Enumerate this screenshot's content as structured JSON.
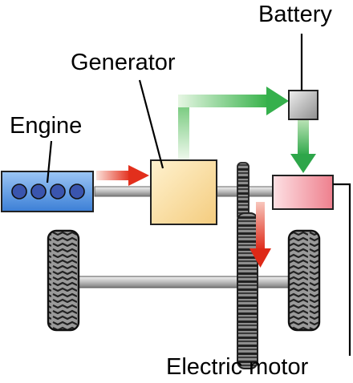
{
  "labels": {
    "battery": "Battery",
    "generator": "Generator",
    "engine": "Engine",
    "electric_motor": "Electric motor"
  },
  "colors": {
    "engine_fill": "#5a9ae6",
    "engine_cylinder": "#3d56b0",
    "generator_fill": "#fbe2a6",
    "battery_fill": "#bdbdbd",
    "motor_fill": "#f4a0aa",
    "shaft": "#c9c9c9",
    "green_flow": "#4fbf5b",
    "red_flow": "#e8402f"
  },
  "icons": [
    "engine-icon",
    "generator-icon",
    "battery-icon",
    "electric-motor-icon",
    "gear-icon",
    "wheel-icon",
    "arrow-icon"
  ]
}
